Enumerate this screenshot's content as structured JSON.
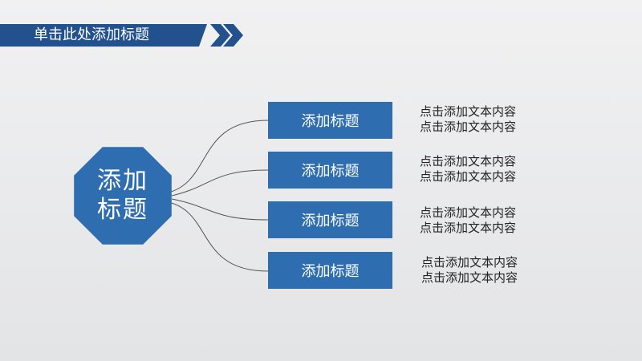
{
  "slide": {
    "title": "单击此处添加标题"
  },
  "hub": {
    "line1": "添加",
    "line2": "标题"
  },
  "items": [
    {
      "label": "添加标题",
      "desc1": "点击添加文本内容",
      "desc2": "点击添加文本内容"
    },
    {
      "label": "添加标题",
      "desc1": "点击添加文本内容",
      "desc2": "点击添加文本内容"
    },
    {
      "label": "添加标题",
      "desc1": "点击添加文本内容",
      "desc2": "点击添加文本内容"
    },
    {
      "label": "添加标题",
      "desc1": "点击添加文本内容",
      "desc2": "点击添加文本内容"
    }
  ],
  "colors": {
    "primary": "#2e6db0",
    "title_bar": "#23518e",
    "connector": "#555555"
  },
  "icons": {
    "title_arrows": "double-chevron-right-icon"
  }
}
